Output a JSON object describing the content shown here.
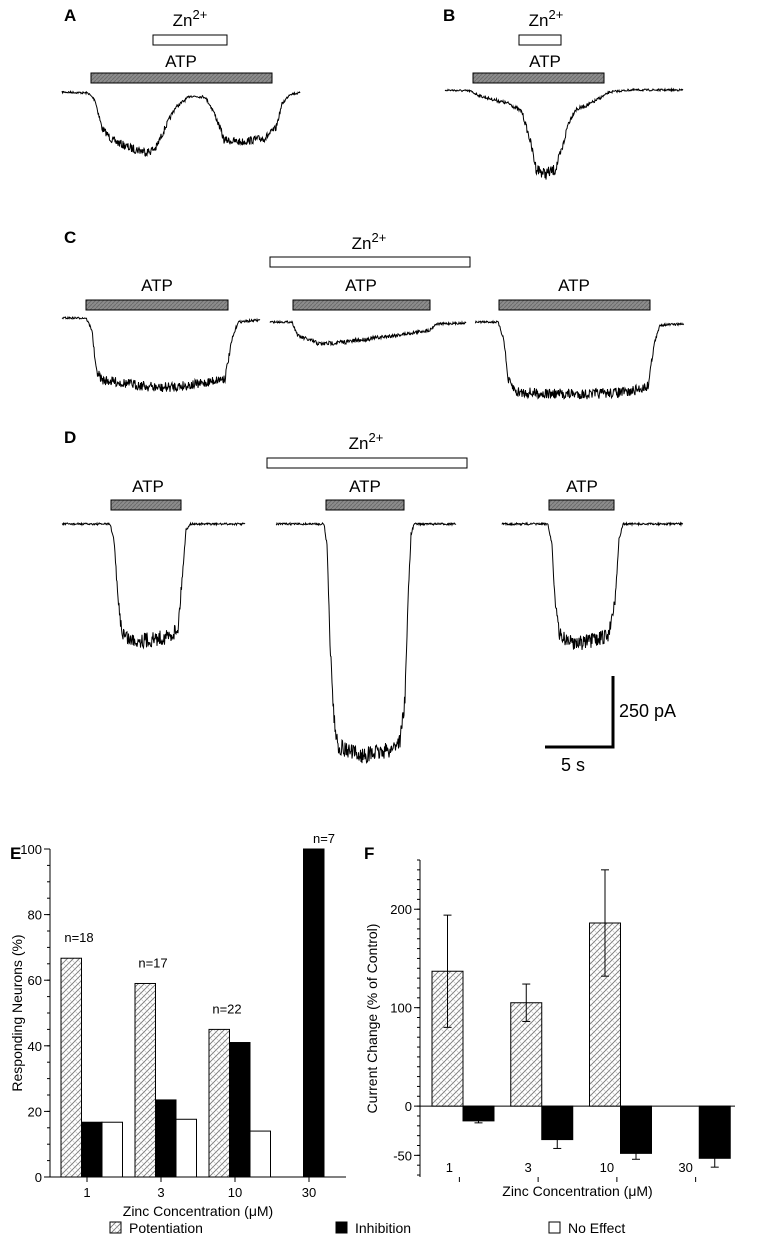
{
  "panels": {
    "A": {
      "label": "A",
      "zn": "Zn",
      "zn_sup": "2+",
      "atp": "ATP"
    },
    "B": {
      "label": "B",
      "zn": "Zn",
      "zn_sup": "2+",
      "atp": "ATP"
    },
    "C": {
      "label": "C",
      "zn": "Zn",
      "zn_sup": "2+",
      "atp": [
        "ATP",
        "ATP",
        "ATP"
      ]
    },
    "D": {
      "label": "D",
      "zn": "Zn",
      "zn_sup": "2+",
      "atp": [
        "ATP",
        "ATP",
        "ATP"
      ]
    }
  },
  "scale_bar": {
    "current": "250 pA",
    "time": "5 s"
  },
  "colors": {
    "atp_bar": "#8c8c8c",
    "inhibition": "#000000",
    "trace": "#000000"
  },
  "chart_data": [
    {
      "panel": "E",
      "type": "bar",
      "xlabel": "Zinc Concentration (μM)",
      "ylabel": "Responding Neurons (%)",
      "ylim": [
        0,
        100
      ],
      "yticks": [
        "0",
        "20",
        "40",
        "60",
        "80",
        "100"
      ],
      "categories": [
        "1",
        "3",
        "10",
        "30"
      ],
      "n_labels": [
        "n=18",
        "n=17",
        "n=22",
        "n=7"
      ],
      "series": [
        {
          "name": "Potentiation",
          "values": [
            66.7,
            59,
            45,
            0
          ]
        },
        {
          "name": "Inhibition",
          "values": [
            16.7,
            23.5,
            41,
            100
          ]
        },
        {
          "name": "No Effect",
          "values": [
            16.7,
            17.6,
            14,
            0
          ]
        }
      ]
    },
    {
      "panel": "F",
      "type": "bar",
      "xlabel": "Zinc Concentration (μM)",
      "ylabel": "Current Change (% of Control)",
      "ylim": [
        -72,
        250
      ],
      "yticks": [
        "-50",
        "0",
        "100",
        "200"
      ],
      "categories": [
        "1",
        "3",
        "10",
        "30"
      ],
      "series": [
        {
          "name": "Potentiation",
          "values": [
            137,
            105,
            186,
            null
          ],
          "errors": [
            57,
            19,
            54,
            null
          ]
        },
        {
          "name": "Inhibition",
          "values": [
            -15,
            -34,
            -48,
            -53
          ],
          "errors": [
            2,
            9,
            6,
            9
          ]
        }
      ]
    }
  ],
  "legend": {
    "potentiation": "Potentiation",
    "inhibition": "Inhibition",
    "no_effect": "No Effect"
  }
}
